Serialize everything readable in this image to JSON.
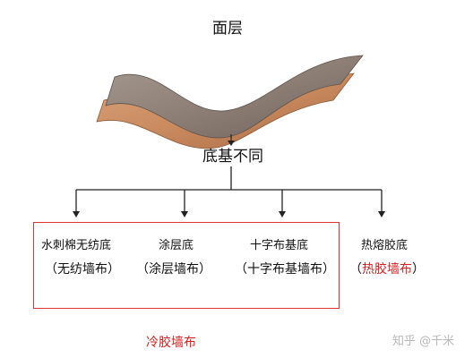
{
  "diagram": {
    "top_label": "面层",
    "middle_label": "底基不同",
    "categories": [
      {
        "name": "水刺棉无纺底",
        "note_open": "（",
        "note": "无纺墙布",
        "note_close": "）"
      },
      {
        "name": "涂层底",
        "note_open": "（",
        "note": "涂层墙布",
        "note_close": "）"
      },
      {
        "name": "十字布基底",
        "note_open": "（",
        "note": "十字布基墙布",
        "note_close": "）"
      },
      {
        "name": "热熔胶底",
        "note_open": "（",
        "note": "热胶墙布",
        "note_close": "）"
      }
    ],
    "group_label": "冷胶墙布",
    "watermark": "知乎 @千米",
    "colors": {
      "top_layer": "#8d7f76",
      "base_layer": "#c98a5e",
      "highlight": "#d81e1e"
    }
  }
}
